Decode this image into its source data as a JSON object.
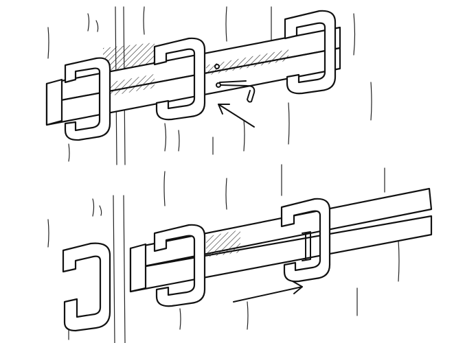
{
  "illustration": {
    "panels": [
      "latched",
      "unlatched"
    ],
    "arrows": [
      "arrow-up-left",
      "arrow-right"
    ],
    "colors": {
      "ink": "#111111",
      "paper": "#ffffff"
    }
  }
}
